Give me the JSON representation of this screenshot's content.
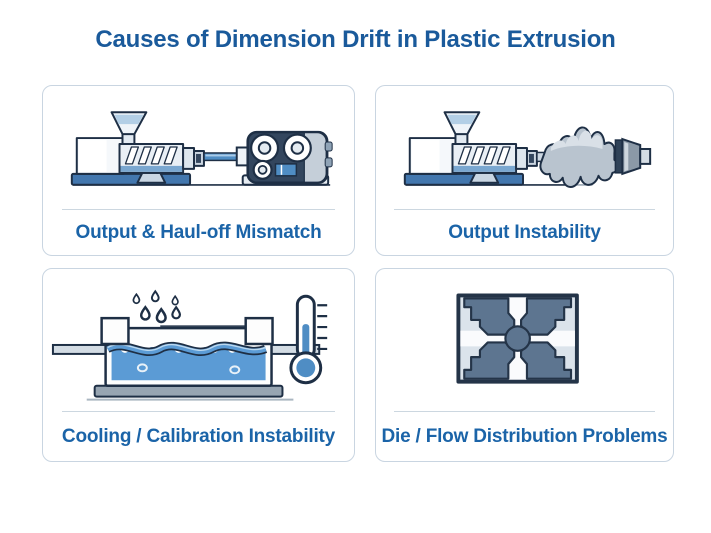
{
  "title": "Causes of Dimension Drift in Plastic Extrusion",
  "panels": [
    {
      "caption": "Output & Haul-off Mismatch",
      "icon": "extruder-hauloff-illustration"
    },
    {
      "caption": "Output Instability",
      "icon": "extruder-wavy-extrudate-illustration"
    },
    {
      "caption": "Cooling / Calibration Instability",
      "icon": "water-bath-thermometer-illustration"
    },
    {
      "caption": "Die / Flow Distribution Problems",
      "icon": "die-cross-section-illustration"
    }
  ],
  "colors": {
    "background": "#ffffff",
    "title_text": "#1a5a9b",
    "caption_text": "#1b64a8",
    "card_border": "#c9d5e1",
    "divider": "#ccd7e0",
    "outline_navy": "#1e2f45",
    "accent_blue": "#4f8dc4",
    "base_blue": "#4377ae",
    "water_blue": "#5b9bd5",
    "machine_light": "#e9eff5",
    "hauloff_body": "#33465e",
    "extrudate_gray": "#b9c4cf",
    "die_dark_slate": "#5d7590",
    "die_light": "#dbe3eb"
  }
}
